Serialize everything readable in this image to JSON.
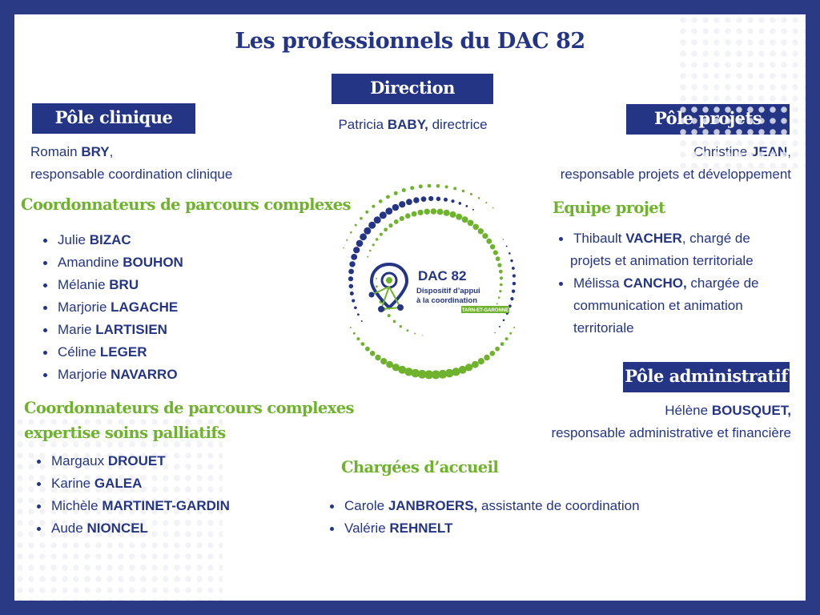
{
  "title": "Les professionnels du DAC 82",
  "direction": {
    "header": "Direction",
    "first": "Patricia ",
    "last": "BABY,",
    "role": " directrice"
  },
  "clinique": {
    "header": "Pôle clinique",
    "first": "Romain ",
    "last": "BRY",
    "after": ",",
    "role": "responsable coordination clinique"
  },
  "projets": {
    "header": "Pôle projets",
    "first": "Christine ",
    "last": "JEAN",
    "after": ",",
    "role": "responsable projets et développement"
  },
  "coord": {
    "heading": "Coordonnateurs de parcours complexes",
    "items": [
      {
        "first": "Julie ",
        "last": "BIZAC"
      },
      {
        "first": "Amandine ",
        "last": "BOUHON"
      },
      {
        "first": "Mélanie ",
        "last": "BRU"
      },
      {
        "first": "Marjorie ",
        "last": "LAGACHE"
      },
      {
        "first": "Marie ",
        "last": "LARTISIEN"
      },
      {
        "first": "Céline ",
        "last": "LEGER"
      },
      {
        "first": "Marjorie ",
        "last": "NAVARRO"
      }
    ]
  },
  "palliatif": {
    "heading1": "Coordonnateurs de parcours complexes",
    "heading2": "expertise soins palliatifs",
    "items": [
      {
        "first": "Margaux ",
        "last": "DROUET"
      },
      {
        "first": "Karine ",
        "last": "GALEA"
      },
      {
        "first": "Michèle ",
        "last": "MARTINET-GARDIN"
      },
      {
        "first": "Aude ",
        "last": "NIONCEL"
      }
    ]
  },
  "equipe": {
    "heading": "Equipe projet",
    "items": [
      {
        "first": "Thibault ",
        "last": "VACHER",
        "role1": ", chargé de",
        "role2": "projets et animation territoriale"
      },
      {
        "first": "Mélissa ",
        "last": "CANCHO,",
        "role1": " chargée de",
        "role2": "communication et animation",
        "role3": "territoriale"
      }
    ]
  },
  "admin": {
    "header": "Pôle administratif",
    "first": "Hélène ",
    "last": "BOUSQUET,",
    "role": "responsable administrative et financière"
  },
  "accueil": {
    "heading": "Chargées d’accueil",
    "items": [
      {
        "first": "Carole ",
        "last": "JANBROERS,",
        "role": " assistante de coordination"
      },
      {
        "first": "Valérie ",
        "last": "REHNELT",
        "role": ""
      }
    ]
  },
  "logo": {
    "name": "DAC 82",
    "line1": "Dispositif d’appui",
    "line2": "à la coordination",
    "tag": "TARN-ET-GARONNE"
  },
  "colors": {
    "navy": "#243585",
    "green": "#6fb22e",
    "border": "#2b3a84"
  }
}
